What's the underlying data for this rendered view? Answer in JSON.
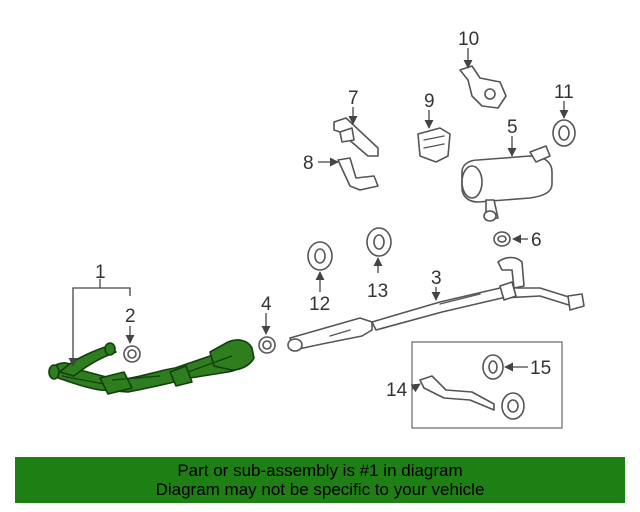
{
  "diagram": {
    "callouts": [
      {
        "id": "1",
        "label": "1"
      },
      {
        "id": "2",
        "label": "2"
      },
      {
        "id": "3",
        "label": "3"
      },
      {
        "id": "4",
        "label": "4"
      },
      {
        "id": "5",
        "label": "5"
      },
      {
        "id": "6",
        "label": "6"
      },
      {
        "id": "7",
        "label": "7"
      },
      {
        "id": "8",
        "label": "8"
      },
      {
        "id": "9",
        "label": "9"
      },
      {
        "id": "10",
        "label": "10"
      },
      {
        "id": "11",
        "label": "11"
      },
      {
        "id": "12",
        "label": "12"
      },
      {
        "id": "13",
        "label": "13"
      },
      {
        "id": "14",
        "label": "14"
      },
      {
        "id": "15",
        "label": "15"
      }
    ],
    "highlight_color": "#2e7d1f"
  },
  "banner": {
    "line1": "Part or sub-assembly is #1 in diagram",
    "line2": "Diagram may not be specific to your vehicle",
    "background": "#1e7f14"
  }
}
